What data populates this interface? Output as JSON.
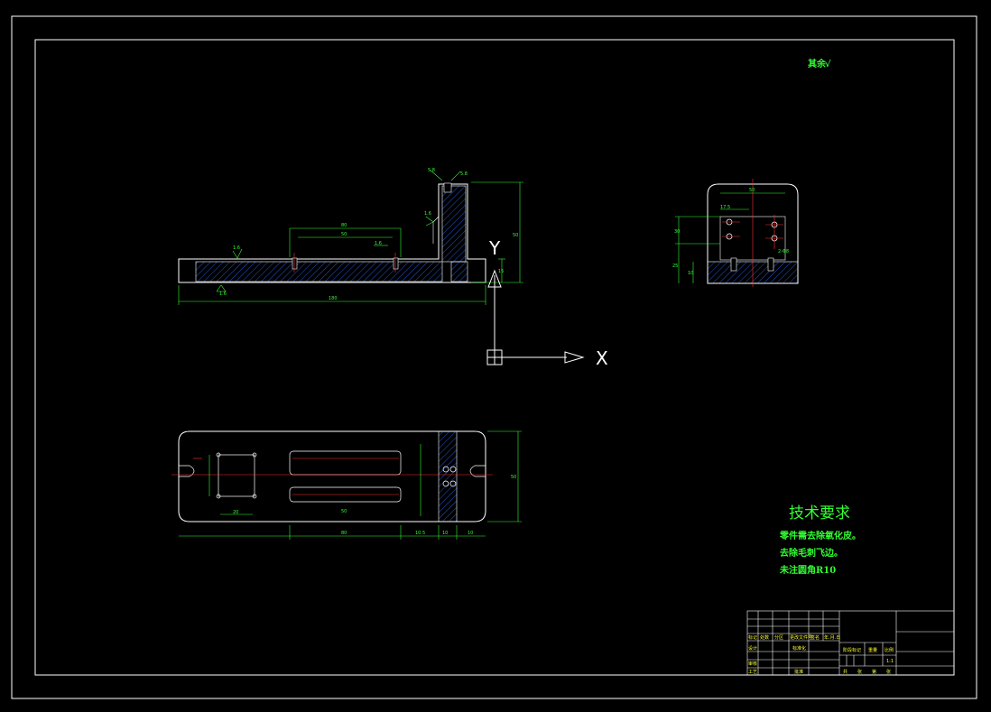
{
  "drawing": {
    "roughness_note": "其余",
    "roughness_symbol": "√"
  },
  "views": {
    "front": {
      "roughness_left": "1.6",
      "roughness_bottom": "1.6",
      "roughness_top": "1.6",
      "roughness_side": "1.6",
      "dims": {
        "overall_length": "180",
        "slot_length": "80",
        "slot_inner": "50",
        "height": "50",
        "base_height": "15",
        "top_left": "5.8",
        "top_right": "5.8"
      }
    },
    "side": {
      "dims": {
        "top": "50",
        "left": "30",
        "h1": "25",
        "h2": "10",
        "offset": "17.5",
        "hole": "2-Φ8"
      }
    },
    "top": {
      "dims": {
        "bottom_slot": "80",
        "bottom_left": "20",
        "bottom_mid": "10.5",
        "bottom_r1": "10",
        "bottom_r2": "10",
        "right_total": "50",
        "width": "50"
      }
    },
    "coordinate_system": {
      "x_label": "X",
      "y_label": "Y"
    }
  },
  "technical_requirements": {
    "title": "技术要求",
    "items": [
      "零件需去除氧化皮。",
      "去除毛刺飞边。",
      "未注圆角R10"
    ]
  },
  "title_block": {
    "cells": [
      "标记",
      "处数",
      "分区",
      "更改文件号",
      "签名",
      "年.月.日",
      "设计",
      "标准化",
      "阶段标记",
      "重量",
      "比例",
      "审核",
      "工艺",
      "批准",
      "共",
      "张",
      "第",
      "张",
      "1:1"
    ]
  }
}
